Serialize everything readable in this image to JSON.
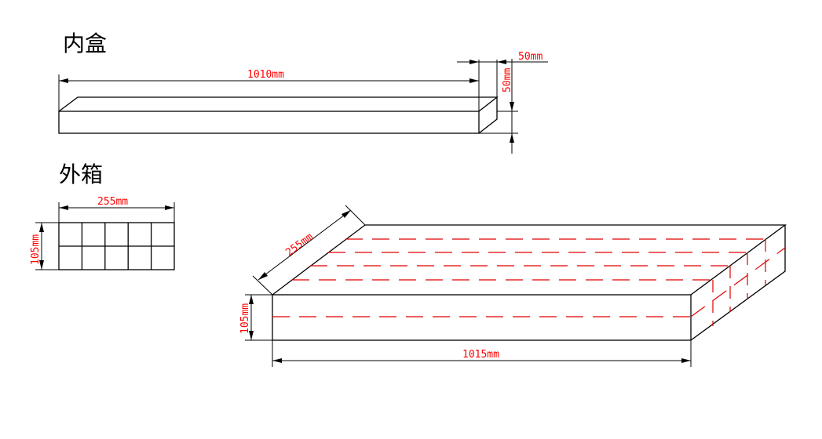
{
  "inner_box": {
    "title": "内盒",
    "length_label": "1010mm",
    "width_label": "50mm",
    "height_label": "50mm"
  },
  "outer_box": {
    "title": "外箱",
    "front_width_label": "255mm",
    "front_height_label": "105mm",
    "iso_depth_label": "255mm",
    "iso_height_label": "105mm",
    "iso_length_label": "1015mm",
    "grid": {
      "rows": 2,
      "cols": 5
    }
  },
  "colors": {
    "lines": "#000000",
    "dimensions": "#ff0000",
    "hidden_boxes": "#e00000"
  }
}
